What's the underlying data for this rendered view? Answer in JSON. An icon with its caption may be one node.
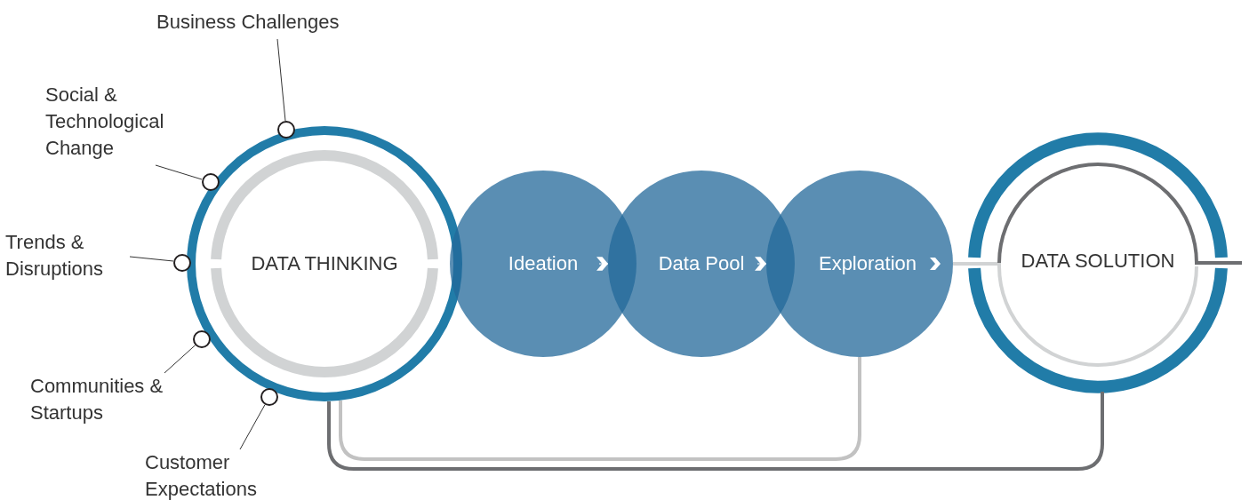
{
  "diagram": {
    "nodes": [
      {
        "text": [
          "Business Challenges"
        ]
      },
      {
        "text": [
          "Social & Technological Change"
        ]
      },
      {
        "text": [
          "Trends & Disruptions"
        ]
      },
      {
        "text": [
          "Communities & Startups"
        ]
      },
      {
        "text": [
          "Customer Expectations"
        ]
      },
      {
        "text": [
          "DATA THINKING"
        ]
      },
      {
        "text": [
          "Ideation"
        ]
      },
      {
        "text": [
          "Data Pool"
        ]
      },
      {
        "text": [
          "Exploration"
        ]
      },
      {
        "text": [
          "DATA SOLUTION"
        ]
      },
      {
        "text": [],
        "shape": "circle"
      },
      {
        "text": [],
        "shape": "circle"
      },
      {
        "text": [],
        "shape": "circle"
      },
      {
        "text": [],
        "shape": "circle"
      },
      {
        "text": [],
        "shape": "circle"
      }
    ],
    "edges": [
      {
        "from": 0,
        "to": 10,
        "arrow": "none"
      },
      {
        "from": 1,
        "to": 11,
        "arrow": "none"
      },
      {
        "from": 2,
        "to": 12,
        "arrow": "none"
      },
      {
        "from": 3,
        "to": 13,
        "arrow": "none"
      },
      {
        "from": 4,
        "to": 14,
        "arrow": "none"
      },
      {
        "from": 6,
        "to": 7,
        "arrow": "to",
        "color": "#ffffff"
      },
      {
        "from": 7,
        "to": 8,
        "arrow": "to",
        "color": "#ffffff"
      },
      {
        "from": 8,
        "to": 9,
        "arrow": "none",
        "color": "#d1d3d4",
        "style": "thick"
      },
      {
        "from": 9,
        "to": null,
        "arrow": "none",
        "color": "#6d6e71",
        "style": "thick"
      },
      {
        "from": 8,
        "to": 5,
        "arrow": "none",
        "color": "#c2c2c2",
        "style": "thick"
      },
      {
        "from": 9,
        "to": 5,
        "arrow": "none",
        "color": "#6d6e71",
        "style": "thick"
      }
    ]
  }
}
